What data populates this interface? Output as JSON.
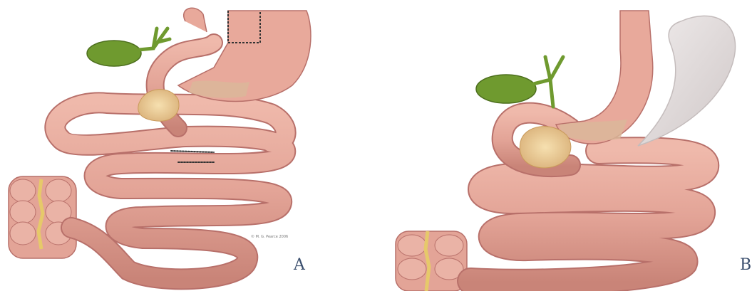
{
  "panels": [
    {
      "label": "A",
      "copyright": "© M. G. Pearce 2006"
    },
    {
      "label": "B"
    }
  ],
  "colors": {
    "intestine": "#e3a497",
    "intestine_outline": "#b8706a",
    "gallbladder": "#6f9a2f",
    "pancreas": "#edcf97",
    "colon_vessel": "#e6c96a",
    "remnant": "#dcd6d6",
    "label": "#3b4f6e"
  },
  "icons": [
    "gallbladder-icon",
    "stomach-icon",
    "pancreas-icon",
    "colon-icon"
  ]
}
